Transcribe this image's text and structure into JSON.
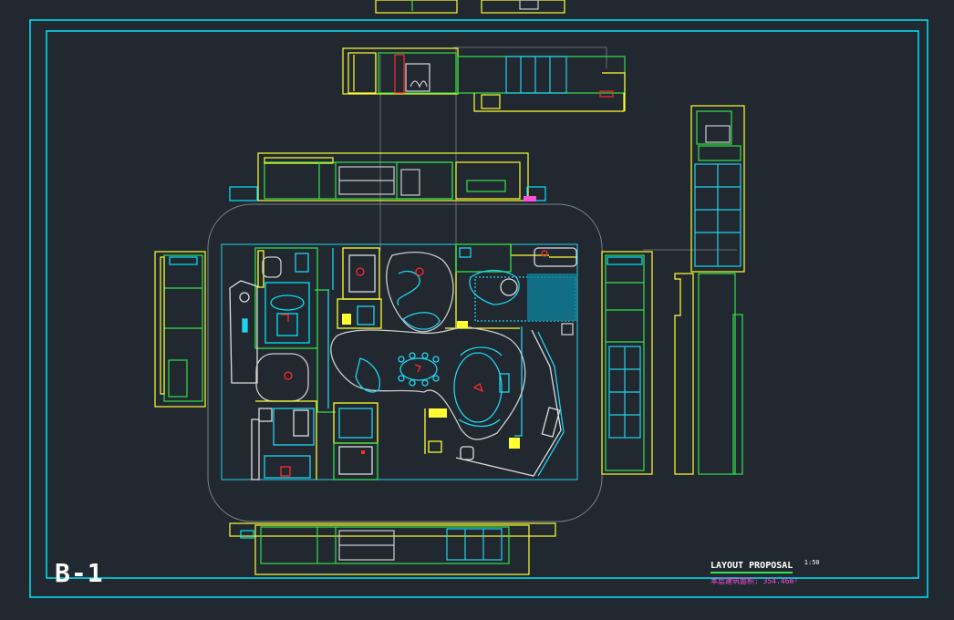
{
  "drawing": {
    "sheet_label": "B-1",
    "title": "LAYOUT PROPOSAL",
    "scale": "1:50",
    "area_text": "本层建筑面积: 354.46m²"
  },
  "colors": {
    "background": "#212830",
    "frame": "#00e5ff",
    "wall_yellow": "#ffff33",
    "wall_green": "#33e04a",
    "furniture_cyan": "#22d3ee",
    "annotation_red": "#ff2a2a",
    "title_magenta": "#ff4fd8",
    "text_white": "#ffffff",
    "guide_gray": "#7a8088"
  }
}
